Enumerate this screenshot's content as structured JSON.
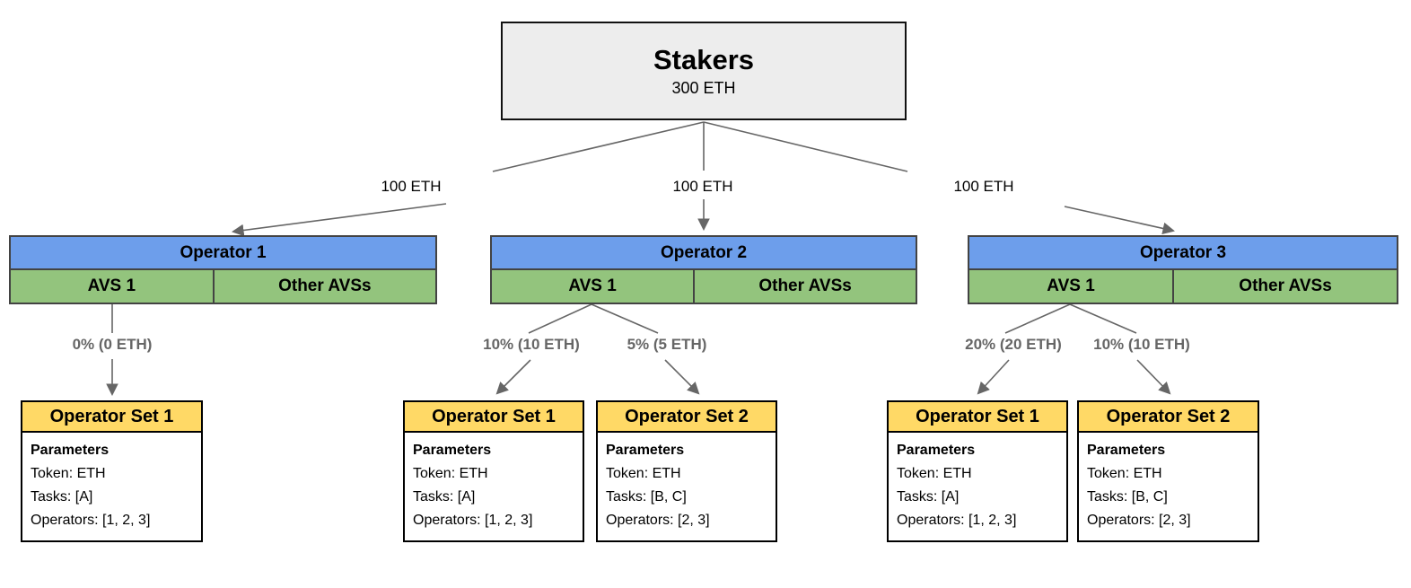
{
  "colors": {
    "operator-header": "#6d9eeb",
    "avs-cell": "#93c47d",
    "set-header": "#ffd966",
    "stakers-bg": "#ededed",
    "line": "#666666"
  },
  "stakers": {
    "title": "Stakers",
    "amount": "300 ETH"
  },
  "flows": [
    "100 ETH",
    "100 ETH",
    "100 ETH"
  ],
  "operators": [
    {
      "name": "Operator 1",
      "avs1": "AVS 1",
      "other": "Other AVSs",
      "allocations": [
        "0% (0 ETH)"
      ],
      "sets": [
        {
          "title": "Operator Set 1",
          "heading": "Parameters",
          "token": "Token: ETH",
          "tasks": "Tasks: [A]",
          "ops": "Operators: [1, 2, 3]"
        }
      ]
    },
    {
      "name": "Operator 2",
      "avs1": "AVS 1",
      "other": "Other AVSs",
      "allocations": [
        "10% (10 ETH)",
        "5% (5 ETH)"
      ],
      "sets": [
        {
          "title": "Operator Set 1",
          "heading": "Parameters",
          "token": "Token: ETH",
          "tasks": "Tasks: [A]",
          "ops": "Operators: [1, 2, 3]"
        },
        {
          "title": "Operator Set 2",
          "heading": "Parameters",
          "token": "Token: ETH",
          "tasks": "Tasks: [B, C]",
          "ops": "Operators: [2, 3]"
        }
      ]
    },
    {
      "name": "Operator 3",
      "avs1": "AVS 1",
      "other": "Other AVSs",
      "allocations": [
        "20% (20 ETH)",
        "10% (10 ETH)"
      ],
      "sets": [
        {
          "title": "Operator Set 1",
          "heading": "Parameters",
          "token": "Token: ETH",
          "tasks": "Tasks: [A]",
          "ops": "Operators: [1, 2, 3]"
        },
        {
          "title": "Operator Set 2",
          "heading": "Parameters",
          "token": "Token: ETH",
          "tasks": "Tasks: [B, C]",
          "ops": "Operators: [2, 3]"
        }
      ]
    }
  ]
}
